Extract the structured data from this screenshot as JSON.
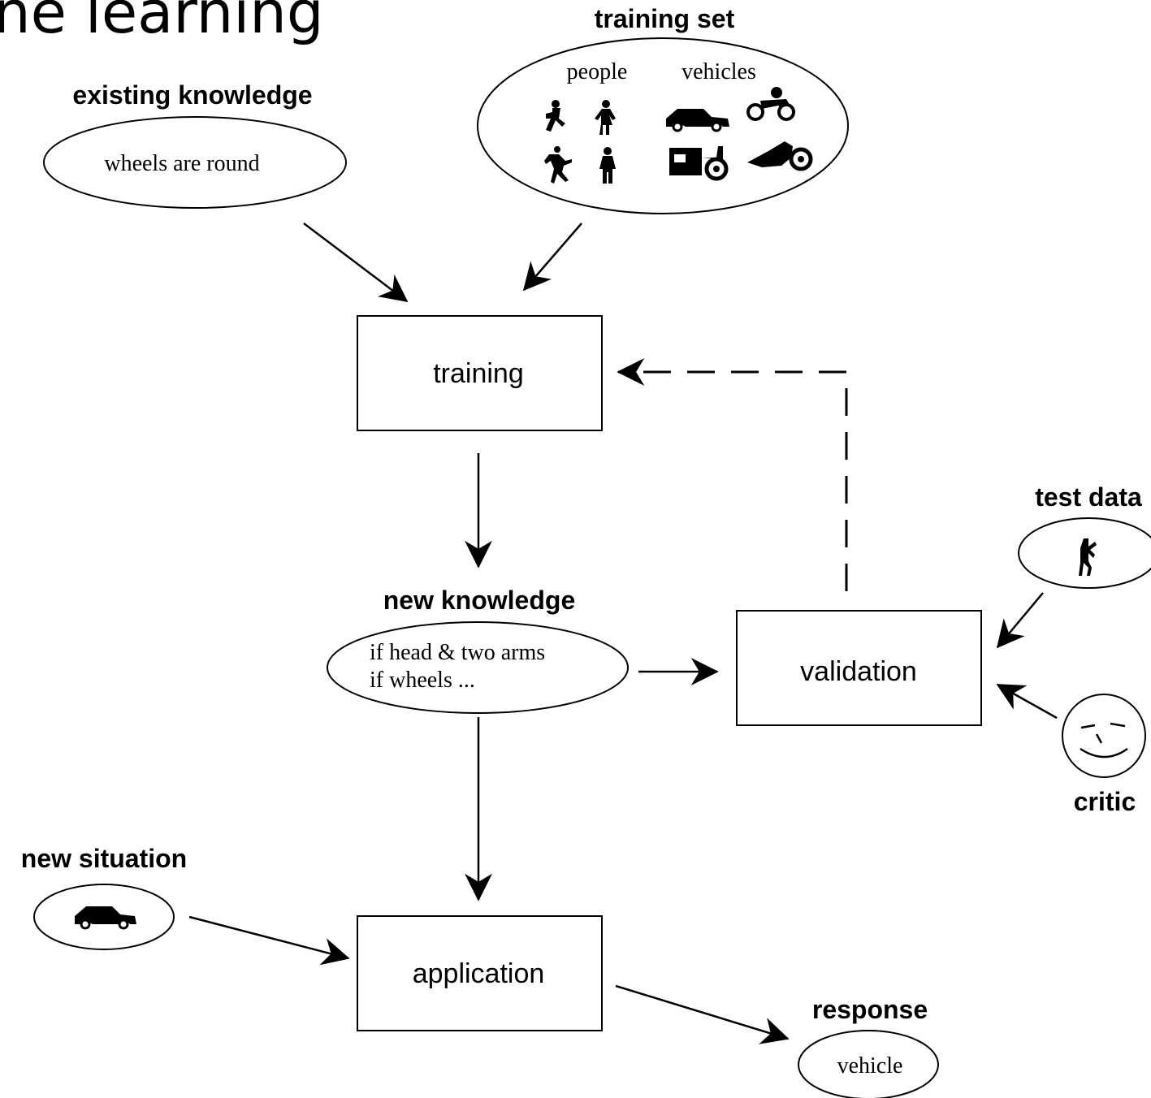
{
  "title": "ne learning",
  "nodes": {
    "existing_knowledge": {
      "label": "existing knowledge",
      "text": "wheels are round"
    },
    "training_set": {
      "label": "training set",
      "col_people": "people",
      "col_vehicles": "vehicles"
    },
    "training": {
      "label": "training"
    },
    "new_knowledge": {
      "label": "new knowledge",
      "line1": "if head & two arms",
      "line2": "if wheels ..."
    },
    "validation": {
      "label": "validation"
    },
    "test_data": {
      "label": "test data"
    },
    "critic": {
      "label": "critic"
    },
    "new_situation": {
      "label": "new situation"
    },
    "application": {
      "label": "application"
    },
    "response": {
      "label": "response",
      "text": "vehicle"
    }
  },
  "icons": [
    "runner-icon",
    "person-icon",
    "car-icon",
    "motorcycle-icon",
    "tractor-icon",
    "robot-figure-icon",
    "smiley-face-icon"
  ]
}
